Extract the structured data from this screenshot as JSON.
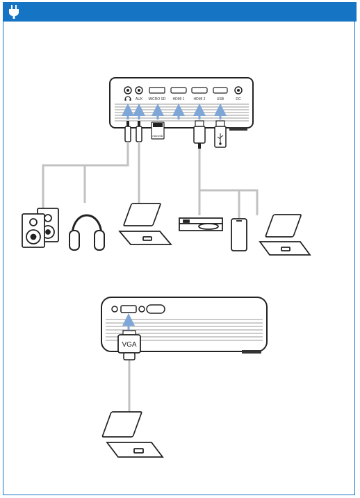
{
  "header": {
    "icon": "power-plug-icon",
    "accent_color": "#1574c4"
  },
  "projector_rear_panel": {
    "ports": [
      {
        "label": ""
      },
      {
        "label": "AUX"
      },
      {
        "label": "MICRO SD"
      },
      {
        "label": "HDMI 1"
      },
      {
        "label": "HDMI 2"
      },
      {
        "label": "USB"
      },
      {
        "label": "DC"
      }
    ],
    "sd_card_label": "microSD"
  },
  "projector_vga": {
    "connector_label": "VGA"
  },
  "colors": {
    "arrow": "#7ea6d6",
    "cable": "#c2c2c2",
    "outline": "#222222"
  }
}
